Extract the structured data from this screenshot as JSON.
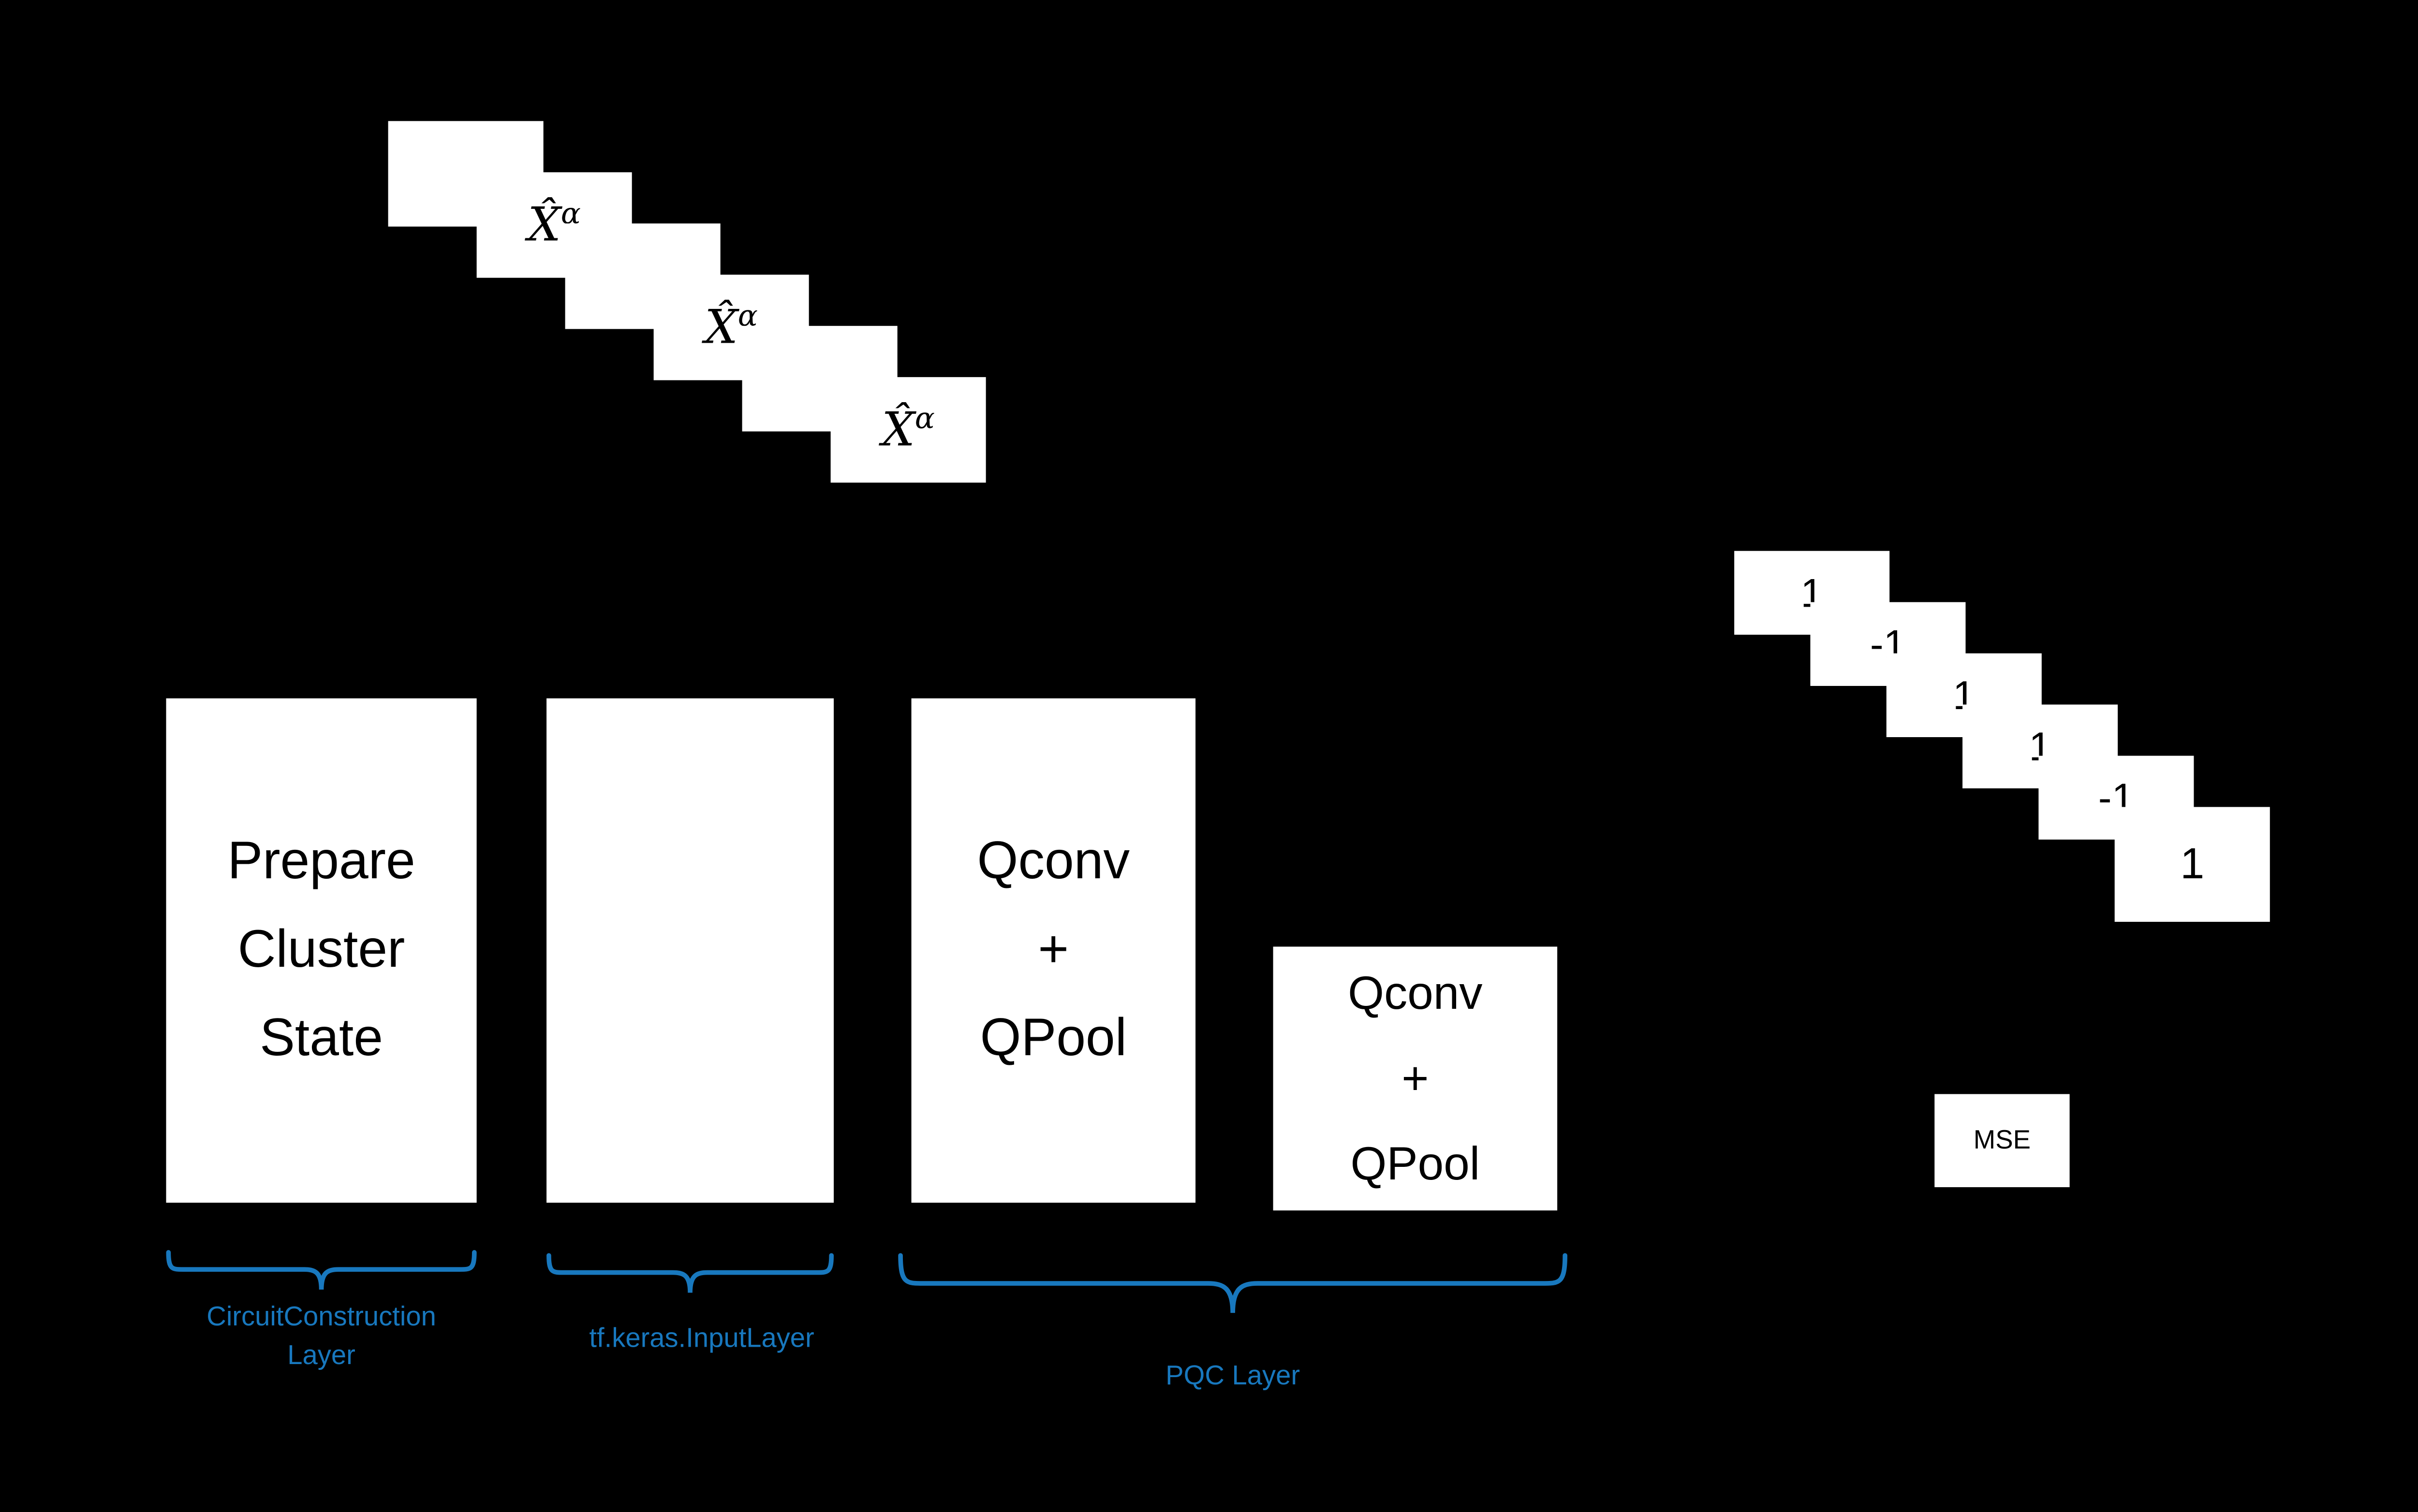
{
  "colors": {
    "background": "#000000",
    "box_fill": "#ffffff",
    "box_text": "#000000",
    "accent": "#1878be"
  },
  "input_stack": {
    "cards": [
      {
        "base": "",
        "sup": ""
      },
      {
        "base": "X̂",
        "sup": "α"
      },
      {
        "base": "",
        "sup": ""
      },
      {
        "base": "X̂",
        "sup": "α"
      },
      {
        "base": "",
        "sup": ""
      },
      {
        "base": "X̂",
        "sup": "α"
      }
    ]
  },
  "layers": {
    "prepare": {
      "line1": "Prepare",
      "line2": "Cluster",
      "line3": "State"
    },
    "qconv1": {
      "line1": "Qconv",
      "line2": "+",
      "line3": "QPool"
    },
    "qconv2": {
      "line1": "Qconv",
      "line2": "+",
      "line3": "QPool"
    }
  },
  "output_stack": {
    "values": [
      "1",
      "-1",
      "1",
      "1",
      "-1",
      "1"
    ]
  },
  "loss": {
    "label": "MSE"
  },
  "annotations": {
    "circuit_construction": {
      "line1": "CircuitConstruction",
      "line2": "Layer"
    },
    "input_layer": {
      "label": "tf.keras.InputLayer"
    },
    "pqc": {
      "label": "PQC Layer"
    }
  }
}
